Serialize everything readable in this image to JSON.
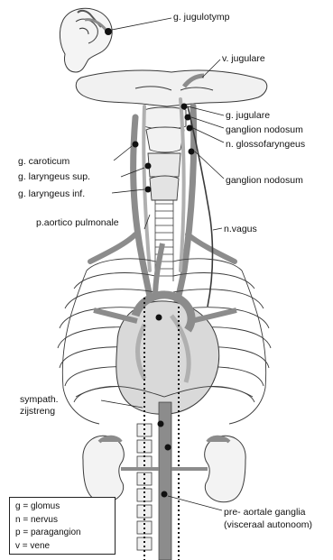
{
  "labels": {
    "g_jugulotymp": "g. jugulotymp",
    "v_jugulare": "v. jugulare",
    "g_jugulare": "g. jugulare",
    "ganglion_nodosum_1": "ganglion nodosum",
    "n_glossofaryngeus": "n. glossofaryngeus",
    "ganglion_nodosum_2": "ganglion nodosum",
    "g_caroticum": "g. caroticum",
    "g_laryngeus_sup": "g. laryngeus sup.",
    "g_laryngeus_inf": "g. laryngeus inf.",
    "p_aortico_pulmonale": "p.aortico pulmonale",
    "n_vagus": "n.vagus",
    "sympath_1": "sympath.",
    "sympath_2": "zijstreng",
    "pre_aortale_1": "pre- aortale ganglia",
    "pre_aortale_2": "(visceraal autonoom)"
  },
  "legend": [
    "g = glomus",
    "n = nervus",
    "p = paragangion",
    "v = vene"
  ],
  "colors": {
    "vessel": "#8c8c8c",
    "vessel_light": "#c6c6c6",
    "organ_fill": "#d9d9d9",
    "outline": "#3a3a3a",
    "ganglion": "#111111"
  }
}
